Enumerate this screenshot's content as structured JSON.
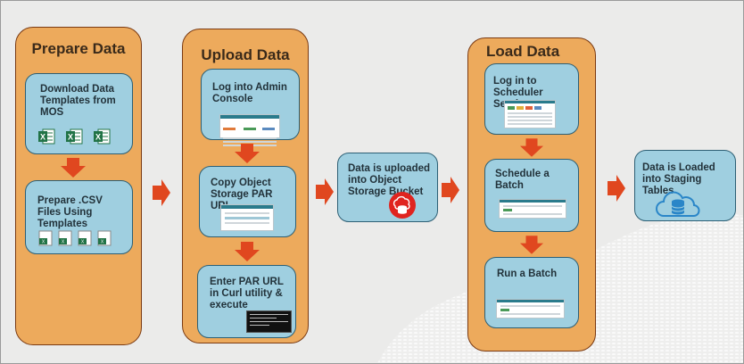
{
  "stages": {
    "prepare": {
      "title": "Prepare Data",
      "card1": {
        "text": "Download Data Templates from MOS",
        "icons": [
          "excel-icon",
          "excel-icon",
          "excel-icon"
        ]
      },
      "card2": {
        "text": "Prepare .CSV Files Using Templates",
        "icons": [
          "csv-file-icon",
          "csv-file-icon",
          "csv-file-icon",
          "csv-file-icon"
        ]
      }
    },
    "upload": {
      "title": "Upload Data",
      "card1": {
        "text": "Log into Admin Console"
      },
      "card2": {
        "text": "Copy Object Storage PAR URL"
      },
      "card3": {
        "text": "Enter PAR URL in Curl utility & execute"
      }
    },
    "bucket": {
      "text": "Data is uploaded into Object Storage Bucket",
      "icon": "object-storage-bucket-icon"
    },
    "load": {
      "title": "Load Data",
      "card1": {
        "text": "Log in to Scheduler Service"
      },
      "card2": {
        "text": "Schedule a Batch"
      },
      "card3": {
        "text": "Run a Batch"
      }
    },
    "staging": {
      "text": "Data is Loaded into Staging Tables",
      "icon": "database-cloud-icon"
    }
  },
  "colors": {
    "stage_fill": "#edaa5c",
    "stage_border": "#7a3a12",
    "card_fill": "#9fcfe0",
    "card_border": "#2d5f74",
    "arrow": "#e0471f",
    "background": "#ebebea"
  }
}
